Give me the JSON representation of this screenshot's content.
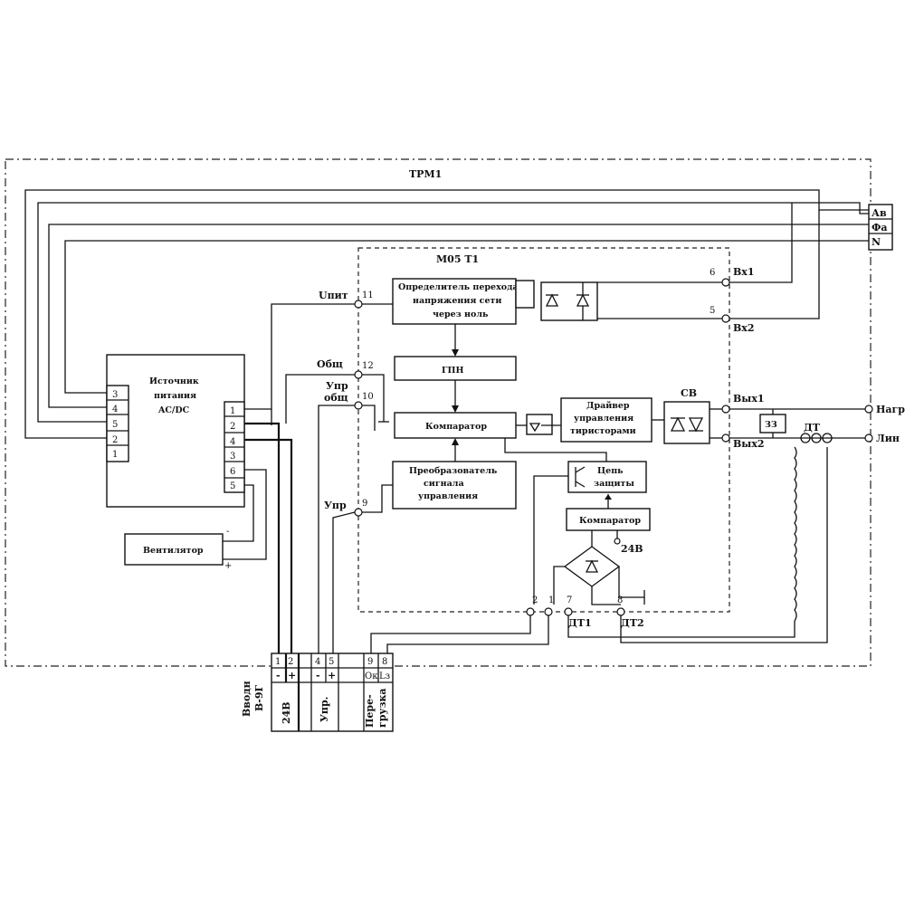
{
  "outer_title": "ТРМ1",
  "module_title": "М05 Т1",
  "phase_terminals": [
    "Ав",
    "Фа",
    "N"
  ],
  "psu": {
    "title_lines": [
      "Источник",
      "питания",
      "AC/DC"
    ],
    "left_pins": [
      "3",
      "4",
      "5",
      "2",
      "1"
    ],
    "right_pins": [
      "1",
      "2",
      "4",
      "3",
      "6",
      "5"
    ]
  },
  "fan": {
    "label": "Вентилятор",
    "minus": "-",
    "plus": "+"
  },
  "blocks": {
    "zero_detector": [
      "Определитель перехода",
      "напряжения сети",
      "через ноль"
    ],
    "gpn": "ГПН",
    "comparator": "Компаратор",
    "signal_converter": [
      "Преобразователь",
      "сигнала",
      "управления"
    ],
    "driver": [
      "Драйвер",
      "управления",
      "тиристорами"
    ],
    "protection": [
      "Цепь",
      "защиты"
    ],
    "comparator2": "Компаратор",
    "sv": "СВ",
    "zz": "ЗЗ",
    "dt": "ДТ"
  },
  "signals": {
    "upit": "Uпит",
    "obsh": "Общ",
    "upr_obsh": [
      "Упр",
      "общ"
    ],
    "upr": "Упр",
    "v24": "24В",
    "vx1": "Вх1",
    "vx2": "Вх2",
    "vyx1": "Вых1",
    "vyx2": "Вых2",
    "nagr": "Нагр",
    "lin": "Лин",
    "dt1": "ДТ1",
    "dt2": "ДТ2"
  },
  "pin_numbers": {
    "p11": "11",
    "p12": "12",
    "p10": "10",
    "p9": "9",
    "p6": "6",
    "p5": "5",
    "p2": "2",
    "p1": "1",
    "p7": "7",
    "p8": "8"
  },
  "connector": {
    "top_numbers": [
      "1",
      "2",
      "4",
      "5",
      "9",
      "8"
    ],
    "signs": [
      "-",
      "+",
      "-",
      "+",
      "Ок",
      "Lз"
    ],
    "group_labels": [
      "24В",
      "Упр.",
      "Пере-",
      "грузка"
    ],
    "side_label": [
      "Вводн",
      "В-9Г"
    ]
  }
}
